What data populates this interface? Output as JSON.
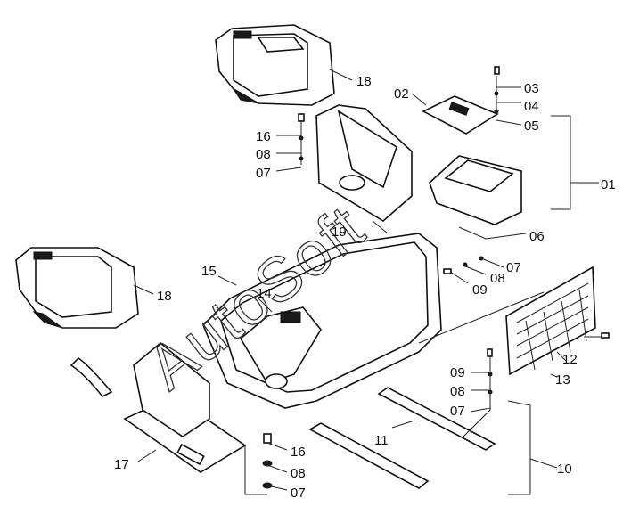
{
  "watermark": "AutoSoft",
  "labels": {
    "p01": "01",
    "p02": "02",
    "p03": "03",
    "p04": "04",
    "p05": "05",
    "p06": "06",
    "p07a": "07",
    "p07b": "07",
    "p07c": "07",
    "p07d": "07",
    "p08a": "08",
    "p08b": "08",
    "p08c": "08",
    "p08d": "08",
    "p09a": "09",
    "p09b": "09",
    "p10": "10",
    "p11": "11",
    "p12": "12",
    "p13": "13",
    "p14": "14",
    "p15": "15",
    "p16a": "16",
    "p16b": "16",
    "p17": "17",
    "p18a": "18",
    "p18b": "18",
    "p19": "19"
  }
}
